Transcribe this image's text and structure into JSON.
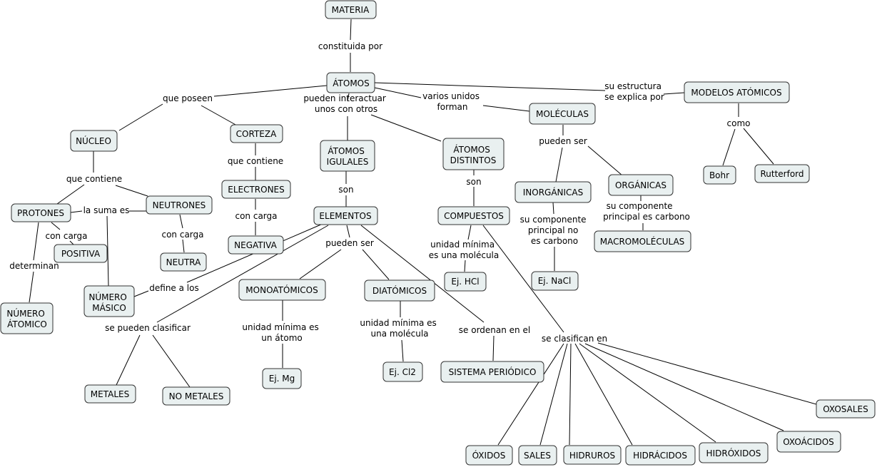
{
  "concepts": {
    "materia": "MATERIA",
    "atomos": "ÁTOMOS",
    "nucleo": "NÚCLEO",
    "corteza": "CORTEZA",
    "atomos_iguales": [
      "ÁTOMOS",
      "IGULALES"
    ],
    "atomos_distintos": [
      "ÁTOMOS",
      "DISTINTOS"
    ],
    "moleculas": "MOLÉCULAS",
    "modelos_atomicos": "MODELOS ATÓMICOS",
    "protones": "PROTONES",
    "neutrones": "NEUTRONES",
    "electrones": "ELECTRONES",
    "positiva": "POSITIVA",
    "neutra": "NEUTRA",
    "negativa": "NEGATIVA",
    "elementos": "ELEMENTOS",
    "compuestos": "COMPUESTOS",
    "inorganicas": "INORGÁNICAS",
    "organicas": "ORGÁNICAS",
    "bohr": "Bohr",
    "rutterford": "Rutterford",
    "numero_atomico": [
      "NÚMERO",
      "ÁTOMICO"
    ],
    "numero_masico": [
      "NÚMERO",
      "MÁSICO"
    ],
    "monoatomicos": "MONOATÓMICOS",
    "diatomicos": "DIATÓMICOS",
    "ej_hcl": "Ej. HCl",
    "ej_nacl": "Ej. NaCl",
    "macromoleculas": "MACROMOLÉCULAS",
    "metales": "METALES",
    "no_metales": "NO METALES",
    "ej_mg": "Ej. Mg",
    "ej_cl2": "Ej. Cl2",
    "sistema_periodico": "SISTEMA PERIÓDICO",
    "oxosales": "OXOSALES",
    "oxoacidos": "OXOÁCIDOS",
    "hidroxidos": "HIDRÓXIDOS",
    "hidracidos": "HIDRÁCIDOS",
    "hidruros": "HIDRUROS",
    "sales": "SALES",
    "oxidos": "ÓXIDOS"
  },
  "links": {
    "constituida_por": "constituida por",
    "que_poseen": "que poseen",
    "pueden_interactuar": [
      "pueden interactuar",
      "unos con otros"
    ],
    "varios_unidos": [
      "varios unidos",
      "forman"
    ],
    "su_estructura": [
      "su estructura",
      "se explica por"
    ],
    "que_contiene_nucleo": "que contiene",
    "que_contiene_corteza": "que contiene",
    "son_iguales": "son",
    "son_distintos": "son",
    "pueden_ser_moleculas": "pueden ser",
    "como": "como",
    "la_suma_es": "la suma es",
    "con_carga_protones": "con carga",
    "con_carga_neutrones": "con carga",
    "con_carga_electrones": "con carga",
    "determinan": "determinan",
    "define_a_los": "define a los",
    "pueden_ser_elementos": "pueden ser",
    "se_pueden_clasificar": "se pueden clasificar",
    "unidad_minima_atomo": [
      "unidad mínima es",
      "un átomo"
    ],
    "unidad_minima_molecula_diat": [
      "unidad mínima es",
      "una molécula"
    ],
    "se_ordenan_en_el": "se ordenan en el",
    "unidad_minima_molecula_comp": [
      "unidad mínima",
      "es una molécula"
    ],
    "se_clasifican_en": "se clasifican en",
    "su_componente_no_carbono": [
      "su componente",
      "principal no",
      "es carbono"
    ],
    "su_componente_carbono": [
      "su componente",
      "principal es carbono"
    ]
  }
}
